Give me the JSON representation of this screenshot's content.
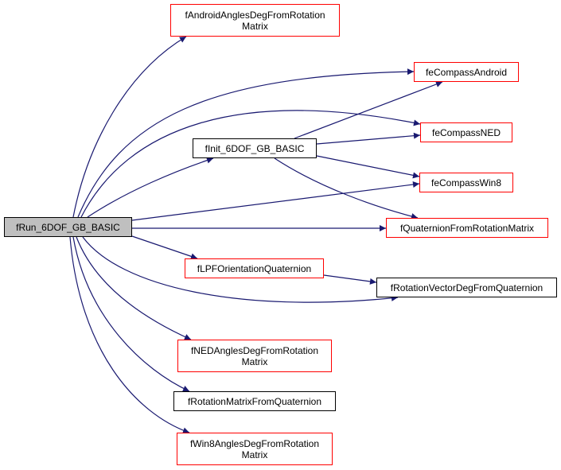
{
  "graph": {
    "root": {
      "id": "fRun",
      "label": "fRun_6DOF_GB_BASIC"
    },
    "nodes": [
      {
        "id": "fAndroid",
        "label": "fAndroidAnglesDegFromRotation\nMatrix",
        "link_color": "#ff0000"
      },
      {
        "id": "feCompassAndroid",
        "label": "feCompassAndroid",
        "link_color": "#ff0000"
      },
      {
        "id": "fInit",
        "label": "fInit_6DOF_GB_BASIC",
        "link_color": "#000000"
      },
      {
        "id": "feCompassNED",
        "label": "feCompassNED",
        "link_color": "#ff0000"
      },
      {
        "id": "feCompassWin8",
        "label": "feCompassWin8",
        "link_color": "#ff0000"
      },
      {
        "id": "fQuat",
        "label": "fQuaternionFromRotationMatrix",
        "link_color": "#ff0000"
      },
      {
        "id": "fLPF",
        "label": "fLPFOrientationQuaternion",
        "link_color": "#ff0000"
      },
      {
        "id": "fRotVec",
        "label": "fRotationVectorDegFromQuaternion",
        "link_color": "#000000"
      },
      {
        "id": "fNED",
        "label": "fNEDAnglesDegFromRotation\nMatrix",
        "link_color": "#ff0000"
      },
      {
        "id": "fRotMat",
        "label": "fRotationMatrixFromQuaternion",
        "link_color": "#000000"
      },
      {
        "id": "fWin8",
        "label": "fWin8AnglesDegFromRotation\nMatrix",
        "link_color": "#ff0000"
      }
    ],
    "edges": [
      {
        "from": "fRun",
        "to": "fAndroid"
      },
      {
        "from": "fRun",
        "to": "feCompassAndroid"
      },
      {
        "from": "fRun",
        "to": "feCompassNED"
      },
      {
        "from": "fRun",
        "to": "fInit"
      },
      {
        "from": "fRun",
        "to": "feCompassWin8"
      },
      {
        "from": "fRun",
        "to": "fQuat"
      },
      {
        "from": "fRun",
        "to": "fLPF"
      },
      {
        "from": "fRun",
        "to": "fRotVec"
      },
      {
        "from": "fRun",
        "to": "fNED"
      },
      {
        "from": "fRun",
        "to": "fRotMat"
      },
      {
        "from": "fRun",
        "to": "fWin8"
      },
      {
        "from": "fInit",
        "to": "feCompassAndroid"
      },
      {
        "from": "fInit",
        "to": "feCompassNED"
      },
      {
        "from": "fInit",
        "to": "feCompassWin8"
      },
      {
        "from": "fInit",
        "to": "fQuat"
      },
      {
        "from": "fLPF",
        "to": "fRotVec"
      }
    ],
    "edge_color": "#191970"
  }
}
